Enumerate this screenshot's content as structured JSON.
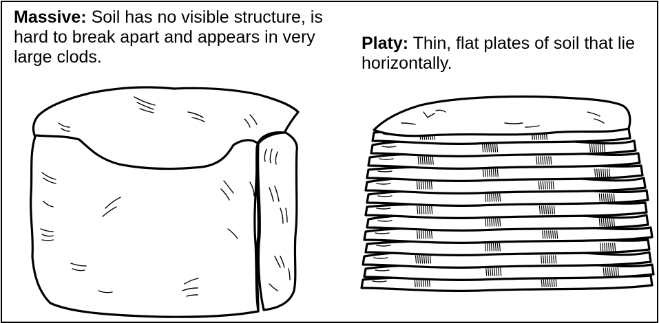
{
  "massive": {
    "term": "Massive:",
    "description": " Soil has no visible structure, is hard to break apart and appears in very large clods."
  },
  "platy": {
    "term": "Platy:",
    "description": " Thin, flat plates of soil that lie horizontally."
  },
  "colors": {
    "ink": "#000000",
    "paper": "#ffffff"
  }
}
